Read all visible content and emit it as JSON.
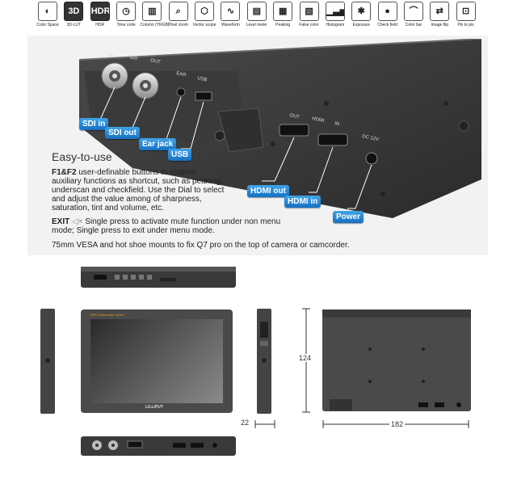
{
  "icons": [
    {
      "name": "color-space-icon",
      "glyph": "◐",
      "label": "Color Space",
      "dark": false
    },
    {
      "name": "3d-lut-icon",
      "glyph": "3D",
      "label": "3D-LUT",
      "dark": true
    },
    {
      "name": "hdr-icon",
      "glyph": "HDR",
      "label": "HDR",
      "dark": true
    },
    {
      "name": "time-code-icon",
      "glyph": "◷",
      "label": "Time code",
      "dark": false
    },
    {
      "name": "column-icon",
      "glyph": "▥",
      "label": "Column (YRGB)",
      "dark": false
    },
    {
      "name": "pixel-zoom-icon",
      "glyph": "⌕",
      "label": "Pixel zoom",
      "dark": false
    },
    {
      "name": "vector-scope-icon",
      "glyph": "⬡",
      "label": "Vector scope",
      "dark": false
    },
    {
      "name": "waveform-icon",
      "glyph": "∿",
      "label": "Waveform",
      "dark": false
    },
    {
      "name": "level-meter-icon",
      "glyph": "▤",
      "label": "Level meter",
      "dark": false
    },
    {
      "name": "peaking-icon",
      "glyph": "▦",
      "label": "Peaking",
      "dark": false
    },
    {
      "name": "false-color-icon",
      "glyph": "▧",
      "label": "False color",
      "dark": false
    },
    {
      "name": "histogram-icon",
      "glyph": "▁▃▅",
      "label": "Histogram",
      "dark": false
    },
    {
      "name": "exposure-icon",
      "glyph": "✱",
      "label": "Exposure",
      "dark": false
    },
    {
      "name": "check-field-icon",
      "glyph": "●",
      "label": "Check field",
      "dark": false
    },
    {
      "name": "color-bar-icon",
      "glyph": "⌒",
      "label": "Color bar",
      "dark": false
    },
    {
      "name": "image-flip-icon",
      "glyph": "⇄",
      "label": "Image flip",
      "dark": false
    },
    {
      "name": "pix-to-pix-icon",
      "glyph": "⊡",
      "label": "Pix to pix",
      "dark": false
    }
  ],
  "ports": {
    "sdi_label": "SDI",
    "in_label": "IN",
    "out_label": "OUT",
    "ear_label": "EAR",
    "usb_label": "USB",
    "hdmi_label": "HDMI",
    "dc_label": "DC 12V"
  },
  "callouts": {
    "sdi_in": "SDI in",
    "sdi_out": "SDI out",
    "ear_jack": "Ear jack",
    "usb": "USB",
    "hdmi_out": "HDMI out",
    "hdmi_in": "HDMI in",
    "power": "Power"
  },
  "text": {
    "heading": "Easy-to-use",
    "f_key": "F1&F2",
    "f_line1": " user-definable buttons to custom",
    "f_line2": "auxiliary functions as shortcut, such as peaking,",
    "f_line3": "underscan and checkfield. Use the Dial to select",
    "f_line4": "and adjust the value among of sharpness,",
    "f_line5": "saturation, tint and volume, etc.",
    "exit_key": "EXIT",
    "exit_line1": " Single press to activate mute function under non menu",
    "exit_line2": "mode; Single   press to exit under menu mode.",
    "vesa": "75mm VESA and hot shoe mounts to fix Q7 pro on the top of camera or camcorder."
  },
  "views": {
    "brand": "LILLIPUT",
    "series_label": "PRO Camcorder series",
    "dim_height": "124",
    "dim_depth": "22",
    "dim_width": "182"
  }
}
